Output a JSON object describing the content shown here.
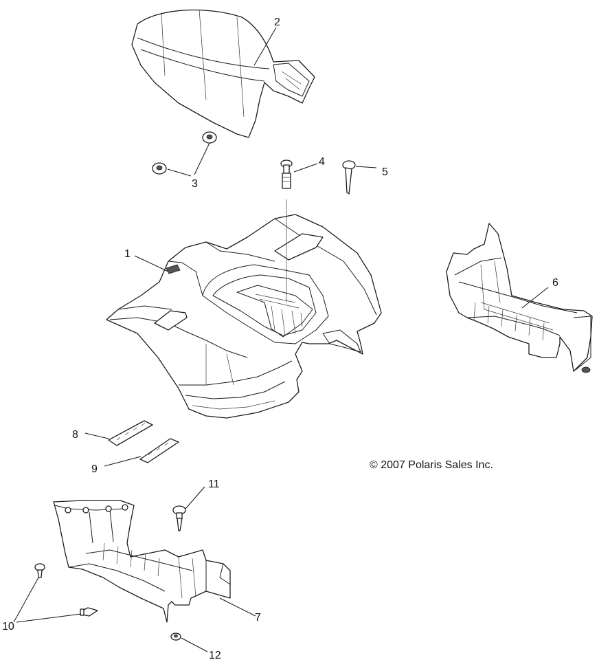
{
  "copyright": "© 2007 Polaris Sales Inc.",
  "callouts": [
    {
      "id": "1",
      "part": "rear-cab"
    },
    {
      "id": "2",
      "part": "seat"
    },
    {
      "id": "3",
      "part": "nut"
    },
    {
      "id": "4",
      "part": "rivet"
    },
    {
      "id": "5",
      "part": "screw"
    },
    {
      "id": "6",
      "part": "footwell-right"
    },
    {
      "id": "7",
      "part": "footwell-left"
    },
    {
      "id": "8",
      "part": "footrest-pad"
    },
    {
      "id": "9",
      "part": "footrest-pad"
    },
    {
      "id": "10",
      "part": "push-rivet"
    },
    {
      "id": "11",
      "part": "screw"
    },
    {
      "id": "12",
      "part": "washer"
    }
  ]
}
